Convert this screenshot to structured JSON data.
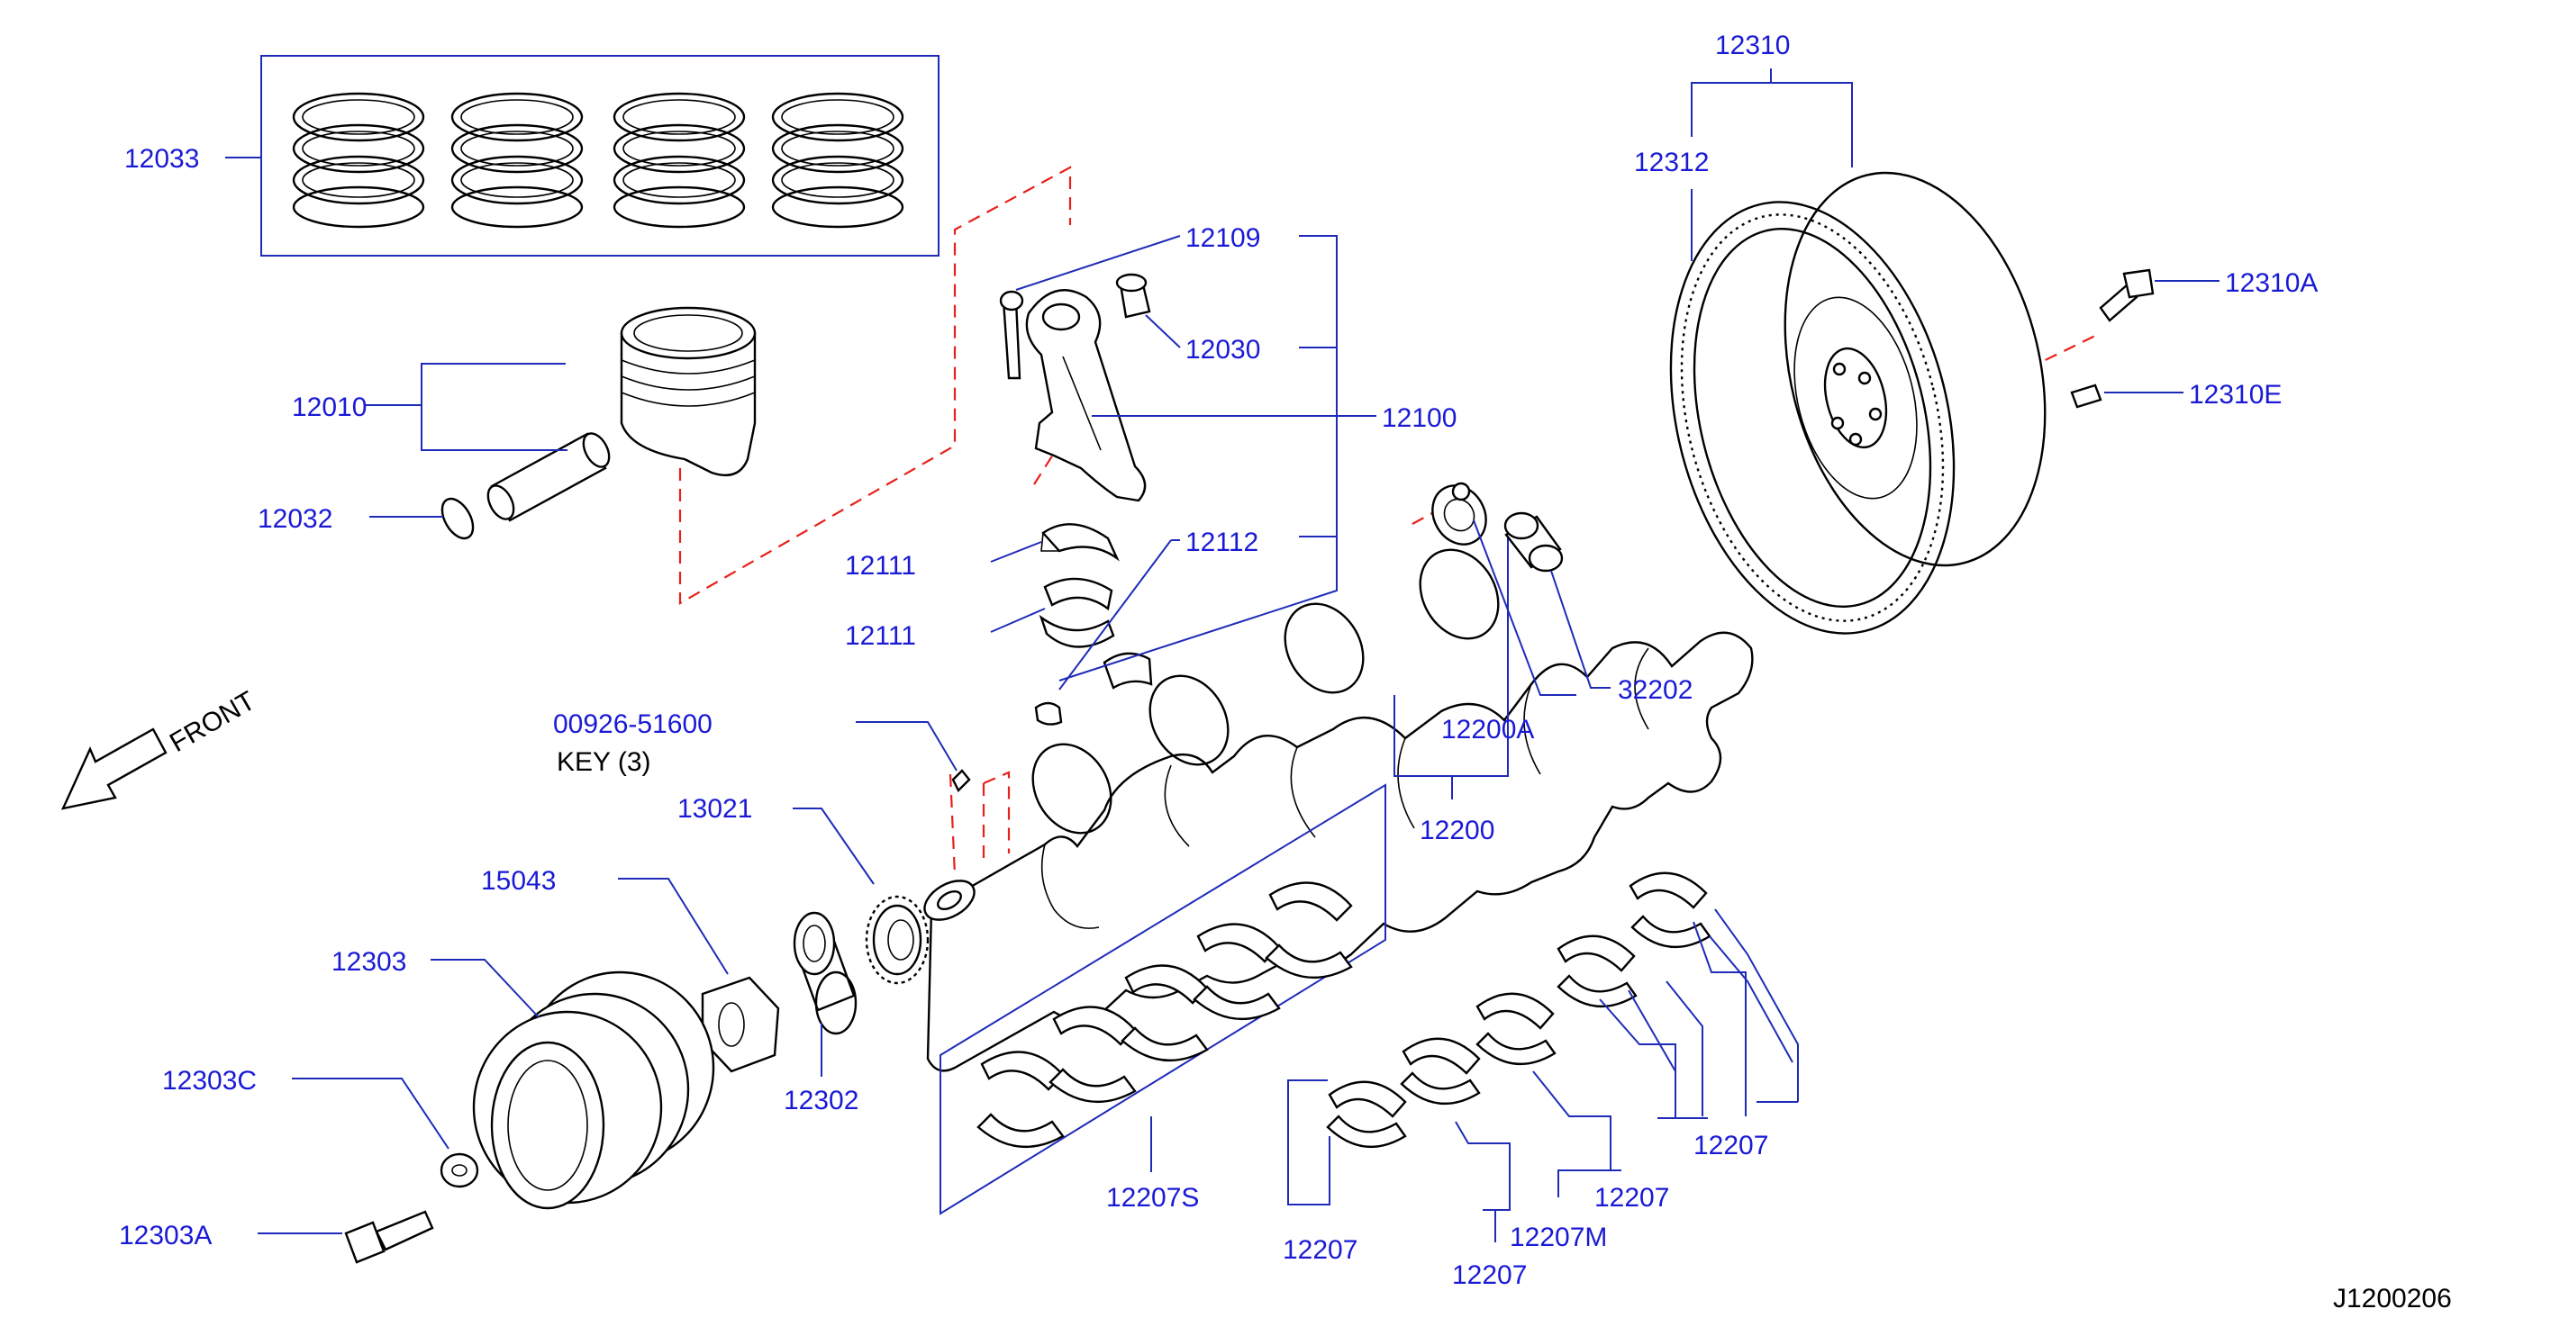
{
  "diagram": {
    "code": "J1200206",
    "front_label": "FRONT",
    "key_note": "KEY  (3)",
    "colors": {
      "label": "#1a1ad6",
      "leader": "#1e2bb8",
      "dashed": "#e8201a",
      "line": "#000000"
    },
    "labels": {
      "p12033": "12033",
      "p12010": "12010",
      "p12032": "12032",
      "p12109": "12109",
      "p12030": "12030",
      "p12100": "12100",
      "p12111a": "12111",
      "p12111b": "12111",
      "p12112": "12112",
      "p00926": "00926-51600",
      "p13021": "13021",
      "p15043": "15043",
      "p12303": "12303",
      "p12303c": "12303C",
      "p12303a": "12303A",
      "p12302": "12302",
      "p12310": "12310",
      "p12312": "12312",
      "p12310a": "12310A",
      "p12310e": "12310E",
      "p32202": "32202",
      "p12200a": "12200A",
      "p12200": "12200",
      "p12207s": "12207S",
      "p12207a": "12207",
      "p12207b": "12207",
      "p12207c": "12207",
      "p12207d": "12207",
      "p12207m": "12207M"
    }
  }
}
